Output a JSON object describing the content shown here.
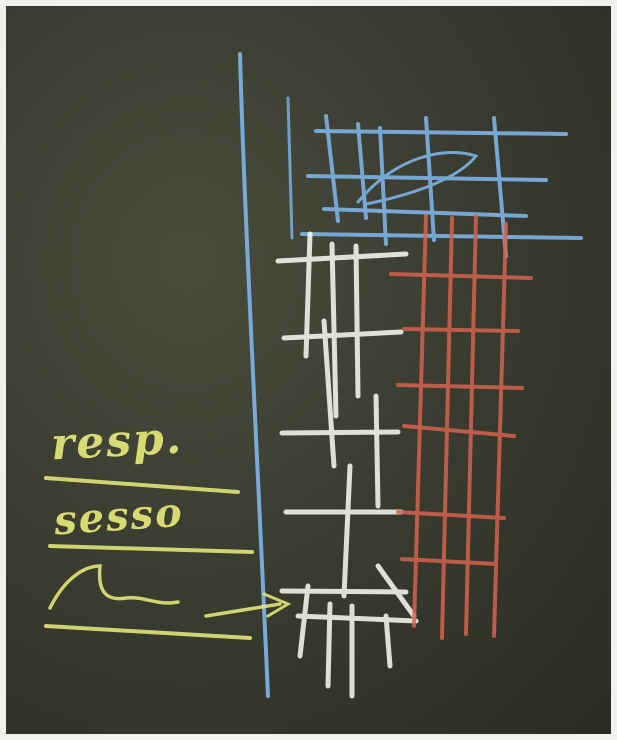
{
  "scene": {
    "description_kind": "photo",
    "board_color": "#3a3d30",
    "chalk_colors": {
      "blue": "#7fb6ea",
      "white": "#f2f2e8",
      "red": "#d4624f",
      "yellow": "#e5e879"
    }
  },
  "handwriting": {
    "resp": "resp.",
    "sesso": "sesso"
  }
}
